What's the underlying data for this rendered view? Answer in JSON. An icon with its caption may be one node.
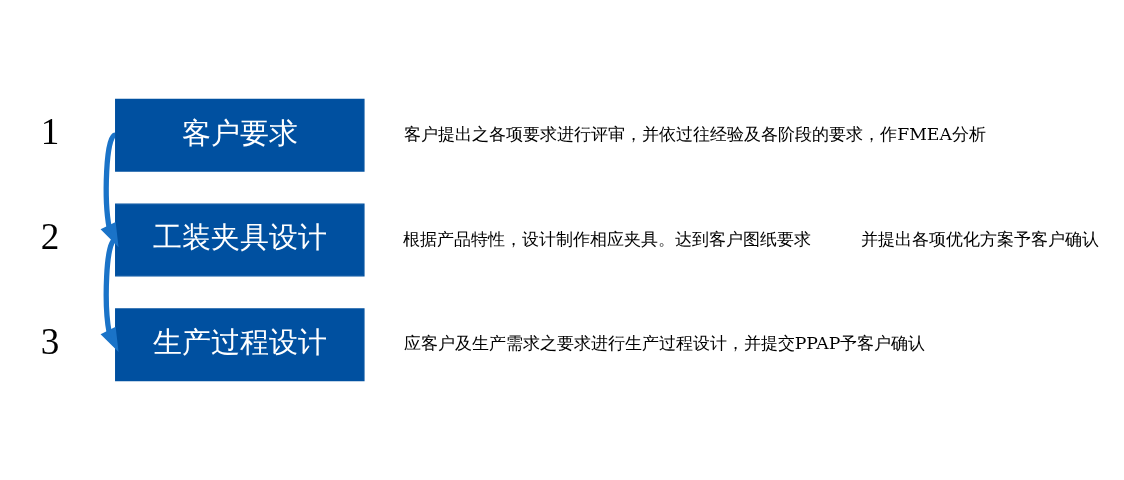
{
  "diagram": {
    "nodes": [
      {
        "text": [
          "生产过程设计"
        ],
        "beside": [
          "3",
          "应客户及生产需求之要求进行生产过程设计，并提交PPAP予客户确认"
        ]
      },
      {
        "text": [
          "工装夹具设计"
        ],
        "beside": [
          "2",
          "根据产品特性，设计制作相应夹具。达到客户图纸要求",
          "并提出各项优化方案予客户确认"
        ]
      },
      {
        "text": [
          "客户要求"
        ],
        "beside": [
          "1",
          "客户提出之各项要求进行评审，并依过往经验及各阶段的要求，作FMEA分析"
        ]
      }
    ],
    "edges": [
      {
        "from": 2,
        "to": 1,
        "arrow": "to"
      },
      {
        "from": 1,
        "to": 0,
        "arrow": "to"
      }
    ]
  }
}
